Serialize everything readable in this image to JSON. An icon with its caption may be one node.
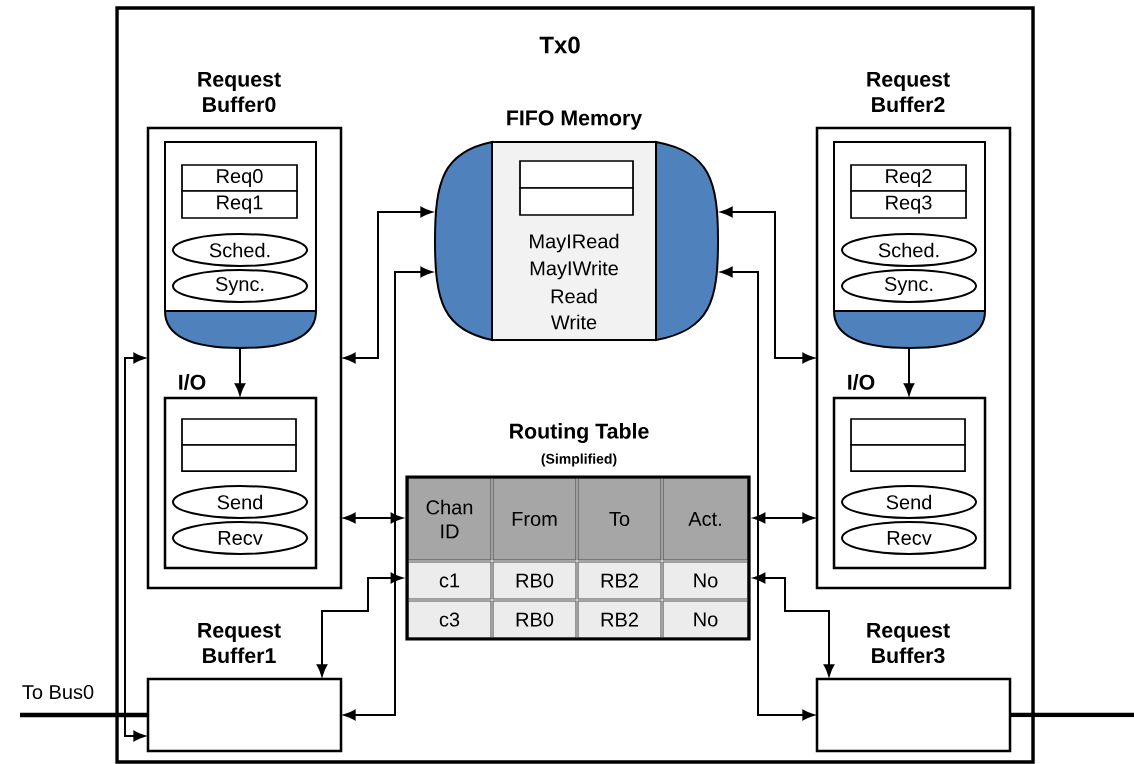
{
  "diagram": {
    "nodes": [
      {
        "text": [
          "Tx0"
        ]
      },
      {
        "text": [
          "Request Buffer0"
        ],
        "in": 0
      },
      {
        "text": [],
        "shape": "box",
        "in": 1
      },
      {
        "text": [
          "Req0"
        ],
        "in": 2
      },
      {
        "text": [
          "Req1"
        ],
        "in": 2
      },
      {
        "text": [
          "Sched."
        ],
        "in": 2
      },
      {
        "text": [
          "Sync."
        ],
        "in": 2
      },
      {
        "text": [
          "I/O"
        ],
        "in": 1
      },
      {
        "text": [],
        "shape": "box",
        "in": 7
      },
      {
        "text": [],
        "shape": "box",
        "in": 7
      },
      {
        "text": [
          "Send"
        ],
        "in": 7
      },
      {
        "text": [
          "Recv"
        ],
        "in": 7
      },
      {
        "text": [
          "Request Buffer1"
        ],
        "in": 0
      },
      {
        "text": [
          "FIFO Memory",
          "MayIRead",
          "MayIWrite",
          "Read",
          "Write"
        ],
        "in": 0
      },
      {
        "text": [],
        "shape": "box",
        "in": 13
      },
      {
        "text": [],
        "shape": "box",
        "in": 13
      },
      {
        "text": [
          "Routing Table",
          "(Simplified)"
        ],
        "in": 0
      },
      {
        "text": [
          "Request Buffer2"
        ],
        "in": 0
      },
      {
        "text": [],
        "shape": "box",
        "in": 17
      },
      {
        "text": [
          "Req2"
        ],
        "in": 18
      },
      {
        "text": [
          "Req3"
        ],
        "in": 18
      },
      {
        "text": [
          "Sched."
        ],
        "in": 18
      },
      {
        "text": [
          "Sync."
        ],
        "in": 18
      },
      {
        "text": [
          "I/O"
        ],
        "in": 17
      },
      {
        "text": [],
        "shape": "box",
        "in": 23
      },
      {
        "text": [],
        "shape": "box",
        "in": 23
      },
      {
        "text": [
          "Send"
        ],
        "in": 23
      },
      {
        "text": [
          "Recv"
        ],
        "in": 23
      },
      {
        "text": [
          "Request Buffer3"
        ],
        "in": 0
      }
    ],
    "edges": [
      {
        "from": 2,
        "to": 7,
        "arrow": "to"
      },
      {
        "from": 18,
        "to": 23,
        "arrow": "to"
      },
      {
        "from": null,
        "to": 12,
        "arrow": "none",
        "label": "To Bus0",
        "style": "thick"
      },
      {
        "from": 12,
        "to": 1,
        "arrow": "both"
      },
      {
        "from": 13,
        "to": 1,
        "arrow": "both"
      },
      {
        "from": 13,
        "to": 12,
        "arrow": "both"
      },
      {
        "from": 1,
        "to": 16,
        "arrow": "both"
      },
      {
        "from": 12,
        "to": 16,
        "arrow": "both"
      },
      {
        "from": 13,
        "to": 17,
        "arrow": "both"
      },
      {
        "from": 13,
        "to": 28,
        "arrow": "both"
      },
      {
        "from": 17,
        "to": 16,
        "arrow": "both"
      },
      {
        "from": 28,
        "to": 16,
        "arrow": "both"
      },
      {
        "from": 28,
        "to": null,
        "arrow": "none",
        "style": "thick"
      }
    ],
    "labels": [
      "Chan ID",
      "From",
      "To",
      "Act.",
      "c1",
      "RB0",
      "RB2",
      "No",
      "c3",
      "RB0",
      "RB2",
      "No"
    ]
  }
}
